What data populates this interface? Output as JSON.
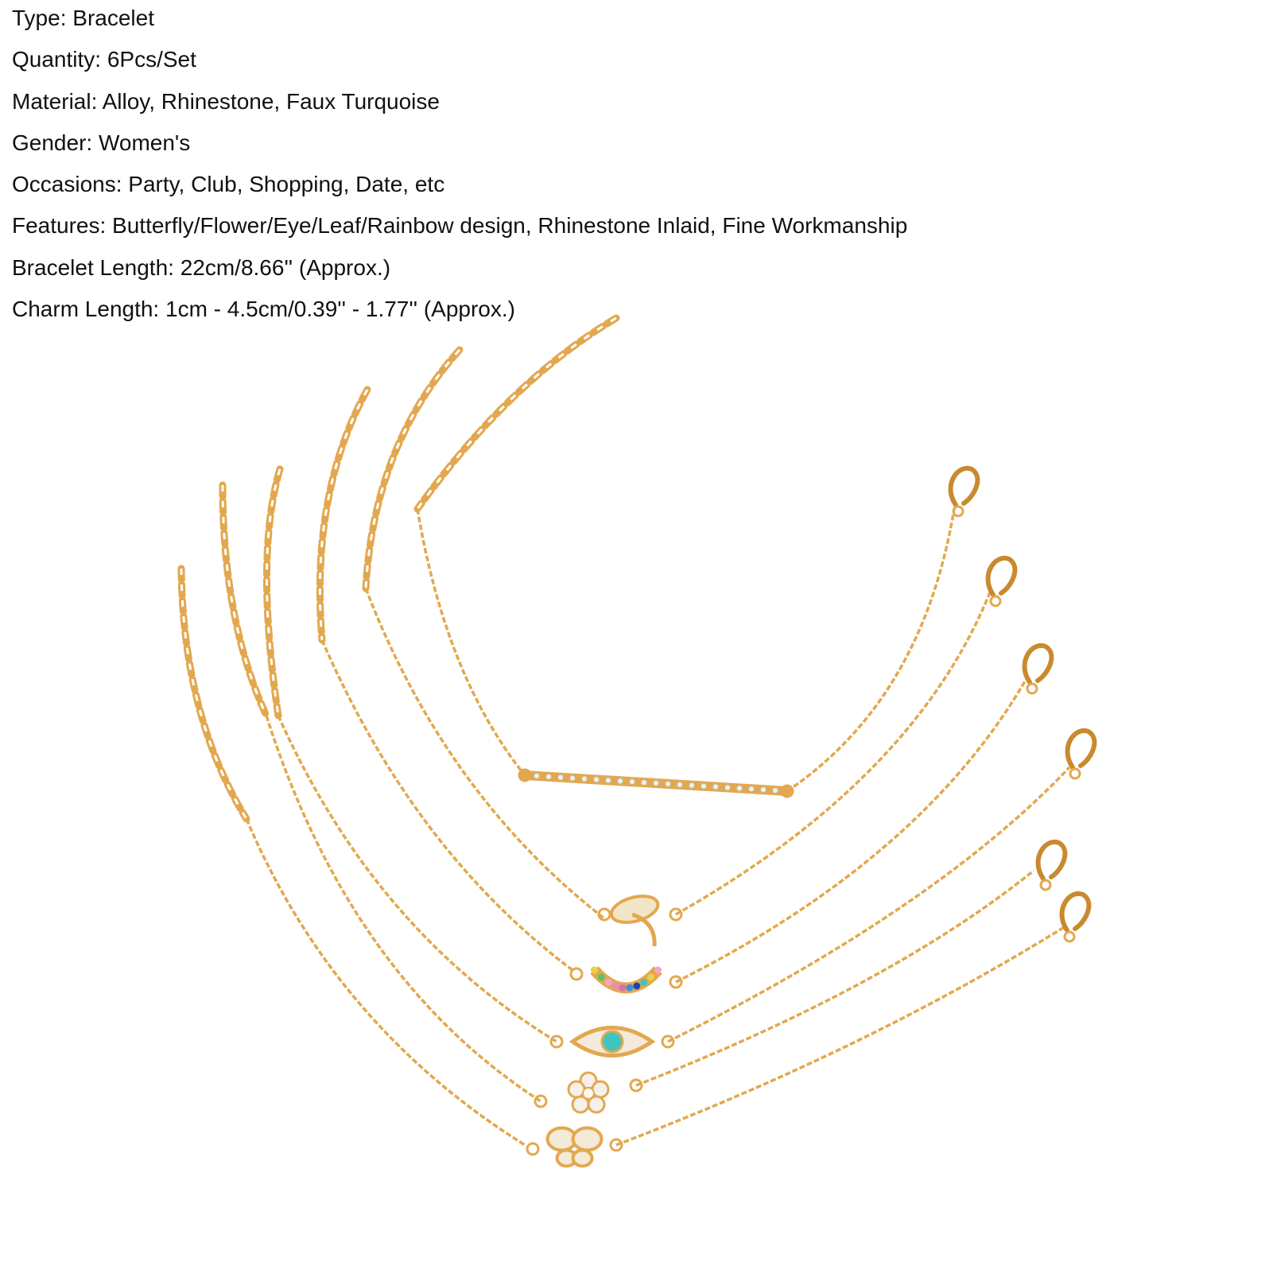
{
  "specs": [
    "Type: Bracelet",
    "Quantity: 6Pcs/Set",
    "Material: Alloy, Rhinestone, Faux Turquoise",
    "Gender: Women's",
    "Occasions: Party, Club, Shopping, Date, etc",
    "Features: Butterfly/Flower/Eye/Leaf/Rainbow design, Rhinestone Inlaid, Fine Workmanship",
    "Bracelet Length: 22cm/8.66'' (Approx.)",
    "Charm Length: 1cm - 4.5cm/0.39'' - 1.77'' (Approx.)"
  ],
  "colors": {
    "gold": "#e3a84f",
    "gold_dark": "#c98a2e",
    "turquoise": "#3fc4c0"
  }
}
